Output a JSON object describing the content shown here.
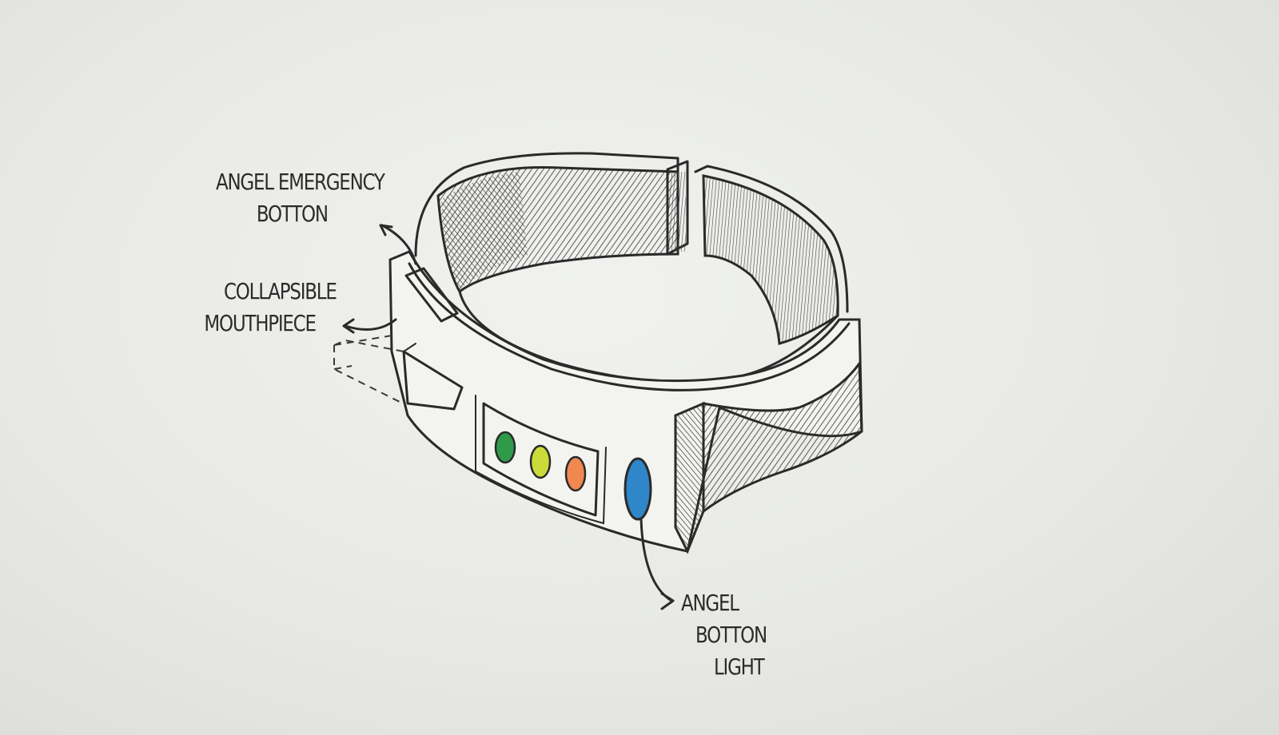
{
  "callouts": {
    "emergency_button": {
      "line1": "ANGEL EMERGENCY",
      "line2": "BOTTON"
    },
    "mouthpiece": {
      "line1": "COLLAPSIBLE",
      "line2": "MOUTHPIECE"
    },
    "button_light": {
      "line1": "ANGEL",
      "line2": "BOTTON",
      "line3": "LIGHT"
    }
  },
  "colors": {
    "ink": "#2a2a2a",
    "paper": "#e8e9e5",
    "band": "#f2f2ef",
    "led_green": "#2f9a4a",
    "led_yellow": "#c9dc3a",
    "led_orange": "#f08850",
    "button_blue": "#2f86c8"
  }
}
